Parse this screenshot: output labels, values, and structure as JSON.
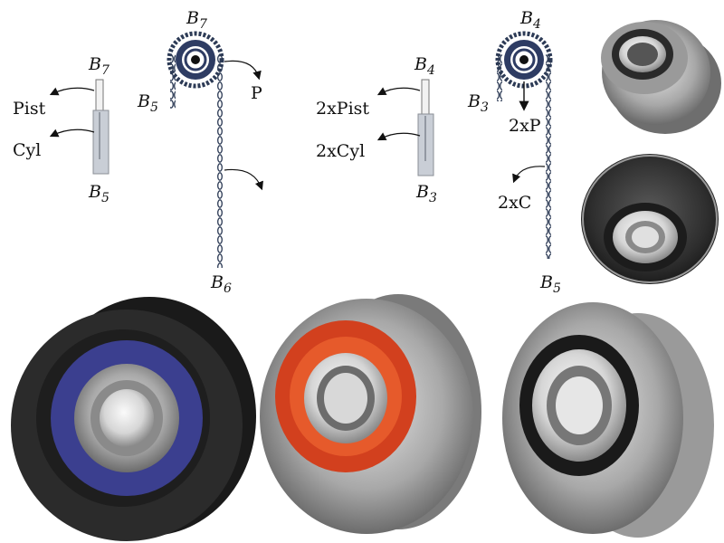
{
  "diagram_left": {
    "top_label": {
      "base": "B",
      "sub": "7"
    },
    "cylinder_top_label": {
      "base": "B",
      "sub": "7"
    },
    "cylinder_bottom_label": {
      "base": "B",
      "sub": "5"
    },
    "chain_left_label": {
      "base": "B",
      "sub": "5"
    },
    "chain_bottom_label": {
      "base": "B",
      "sub": "6"
    },
    "pist_label": "Pist",
    "cyl_label": "Cyl",
    "p_label": "P"
  },
  "diagram_right": {
    "top_label": {
      "base": "B",
      "sub": "4"
    },
    "cylinder_top_label": {
      "base": "B",
      "sub": "4"
    },
    "cylinder_bottom_label": {
      "base": "B",
      "sub": "3"
    },
    "chain_left_label": {
      "base": "B",
      "sub": "3"
    },
    "chain_bottom_label": {
      "base": "B",
      "sub": "5"
    },
    "pist_label": "2xPist",
    "cyl_label": "2xCyl",
    "p_label": "2xP",
    "c_label": "2xC"
  },
  "photos": [
    {
      "name": "roller-photo-gray-top",
      "seal_color": "#2a2a2a"
    },
    {
      "name": "roller-photo-dark-middle",
      "seal_color": "#1c1c1c"
    },
    {
      "name": "roller-photo-black-blue",
      "seal_color": "#3b3f8f"
    },
    {
      "name": "roller-photo-red-seal",
      "seal_color": "#d2401e"
    },
    {
      "name": "roller-photo-silver",
      "seal_color": "#1a1a1a"
    }
  ],
  "colors": {
    "chain": "#2c3a55",
    "pulley": "#2e3c63",
    "cylinder": "#c9ced6",
    "steel_dark": "#3a3a3a",
    "steel_light": "#c7c7c7"
  }
}
